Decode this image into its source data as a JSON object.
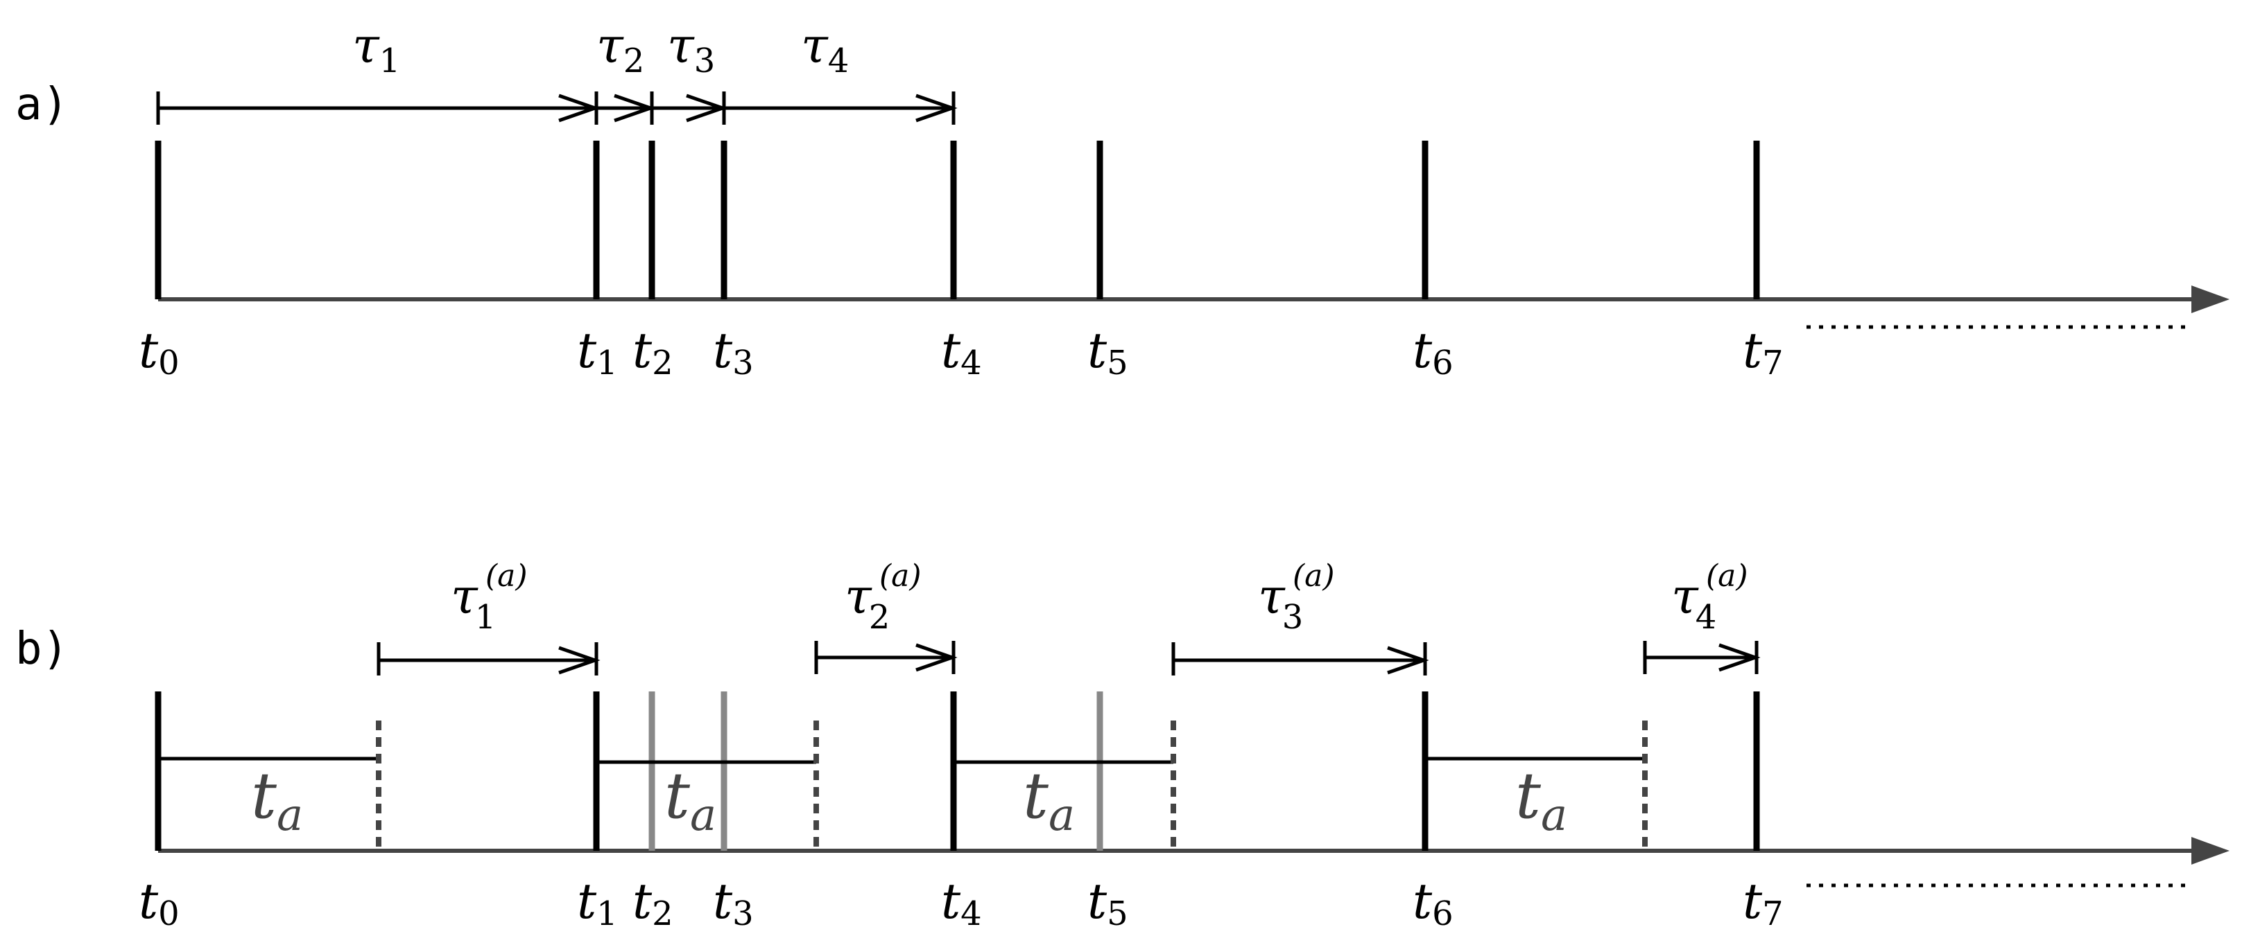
{
  "panels": [
    {
      "label": "a)",
      "ticks": [
        "t",
        "t",
        "t",
        "t",
        "t",
        "t",
        "t",
        "t"
      ],
      "tick_subs": [
        "0",
        "1",
        "2",
        "3",
        "4",
        "5",
        "6",
        "7"
      ],
      "intervals": [
        {
          "sym": "τ",
          "sub": "1",
          "sup": ""
        },
        {
          "sym": "τ",
          "sub": "2",
          "sup": ""
        },
        {
          "sym": "τ",
          "sub": "3",
          "sup": ""
        },
        {
          "sym": "τ",
          "sub": "4",
          "sup": ""
        }
      ]
    },
    {
      "label": "b)",
      "ticks": [
        "t",
        "t",
        "t",
        "t",
        "t",
        "t",
        "t",
        "t"
      ],
      "tick_subs": [
        "0",
        "1",
        "2",
        "3",
        "4",
        "5",
        "6",
        "7"
      ],
      "intervals": [
        {
          "sym": "τ",
          "sub": "1",
          "sup": "(a)"
        },
        {
          "sym": "τ",
          "sub": "2",
          "sup": "(a)"
        },
        {
          "sym": "τ",
          "sub": "3",
          "sup": "(a)"
        },
        {
          "sym": "τ",
          "sub": "4",
          "sup": "(a)"
        }
      ],
      "dead_time": {
        "sym": "t",
        "sub": "a"
      }
    }
  ],
  "colors": {
    "event": "#000000",
    "axis": "#444444",
    "dead_time_event": "#888888",
    "dead_time_label": "#444444"
  }
}
